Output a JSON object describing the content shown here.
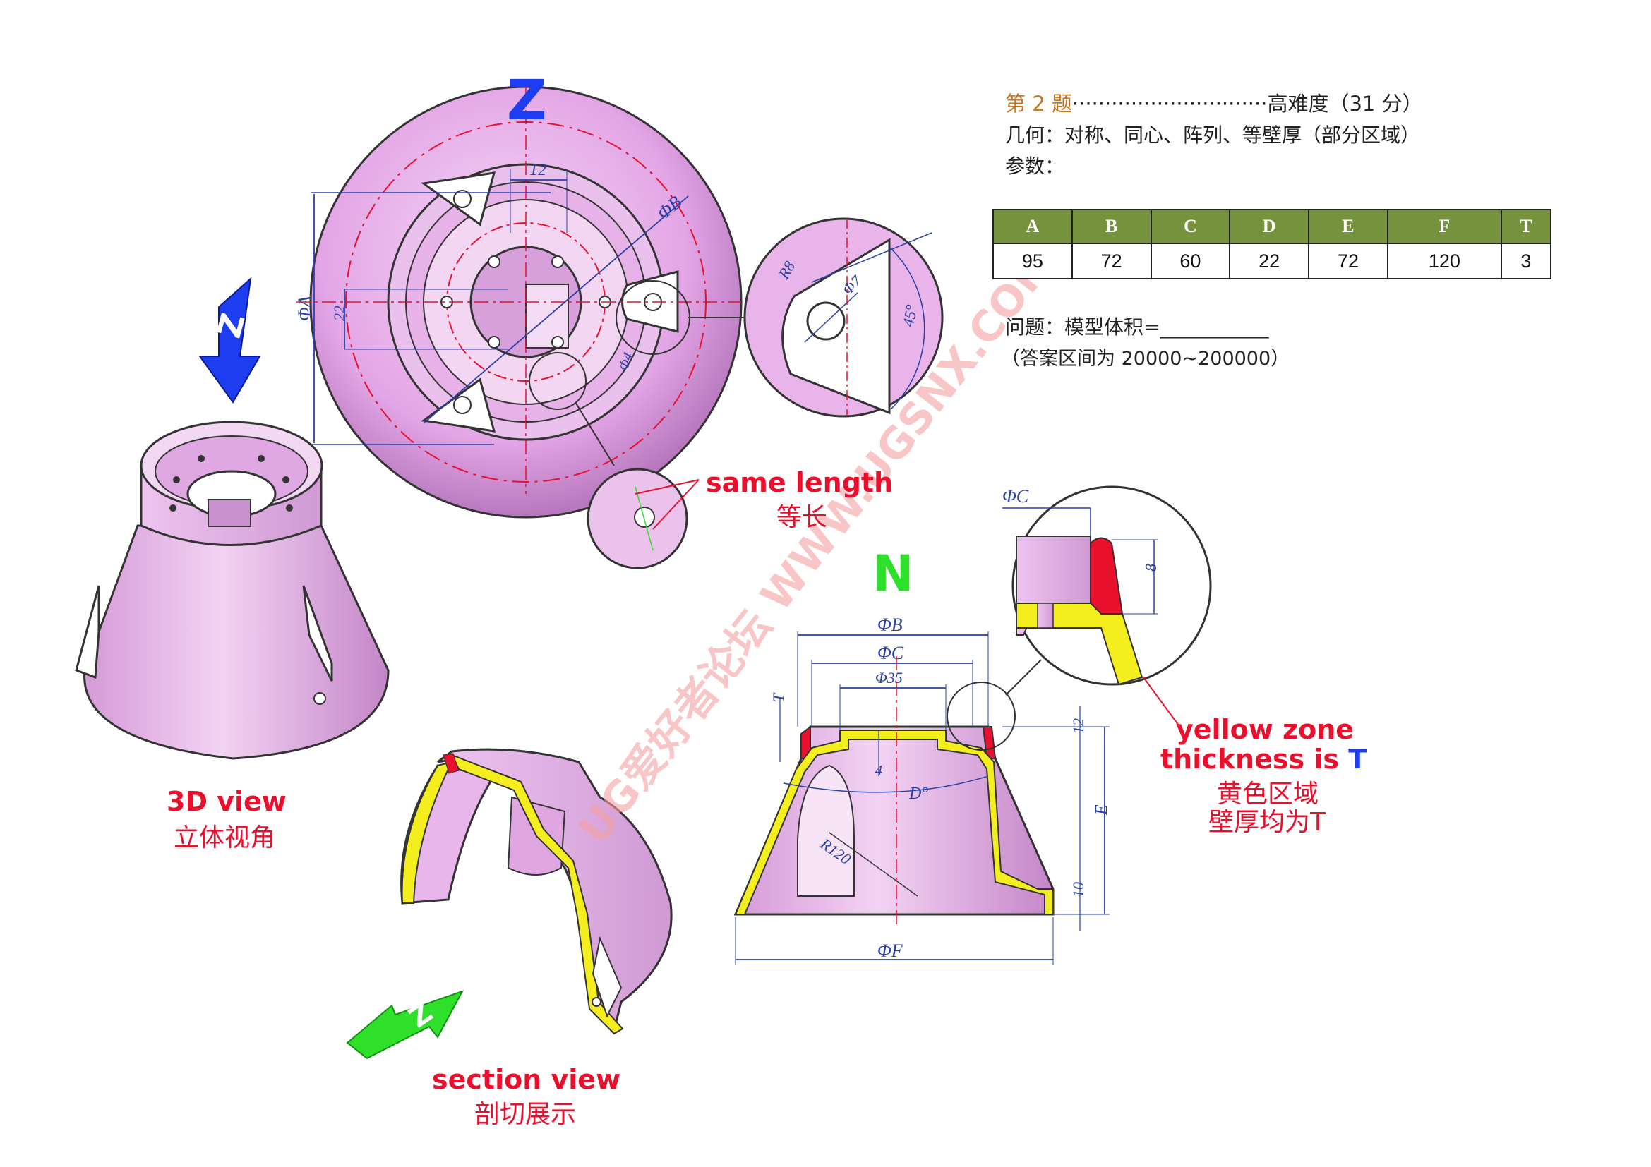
{
  "question": {
    "number": "第 2 题",
    "dots": "······························",
    "difficulty": "高难度（31 分）",
    "geometry": "几何：对称、同心、阵列、等壁厚（部分区域）",
    "params_label": "参数：",
    "prompt": "问题：模型体积=___________",
    "range": "（答案区间为 20000~200000）"
  },
  "params": {
    "headers": [
      "A",
      "B",
      "C",
      "D",
      "E",
      "F",
      "T"
    ],
    "values": [
      "95",
      "72",
      "60",
      "22",
      "72",
      "120",
      "3"
    ]
  },
  "views": {
    "z_letter": "Z",
    "n_letter": "N",
    "arrow_letter": "Z",
    "view3d_en": "3D view",
    "view3d_cn": "立体视角",
    "section_en": "section view",
    "section_cn": "剖切展示",
    "same_length_en": "same length",
    "same_length_cn": "等长",
    "yellow_en1": "yellow zone",
    "yellow_en2a": "thickness is ",
    "yellow_en2b": "T",
    "yellow_cn1": "黄色区域",
    "yellow_cn2": "壁厚均为T"
  },
  "dims": {
    "d12": "12",
    "dphiB": "ΦB",
    "dphiA": "ΦA",
    "d22": "22",
    "dphi4": "Φ4",
    "dR8": "R8",
    "dphi7": "Φ7",
    "d45": "45°",
    "dphiC_detail": "ΦC",
    "d8": "8",
    "dphiB_n": "ΦB",
    "dphiC_n": "ΦC",
    "dphi35": "Φ35",
    "dT": "T",
    "d12_n": "12",
    "d4": "4",
    "dD": "D°",
    "dE": "E",
    "dR120": "R120",
    "d10": "10",
    "dphiF": "ΦF"
  },
  "watermark": "UG爱好者论坛 WWW.UGSNX.COM",
  "colors": {
    "part_pink": "#e3a6e6",
    "section_yellow": "#f5ee1f",
    "cut_red": "#e8102c",
    "dimension_blue": "#2a3fa8",
    "header_green": "#76923c",
    "arrow_blue": "#1f3df0",
    "arrow_green": "#2ee02a"
  }
}
